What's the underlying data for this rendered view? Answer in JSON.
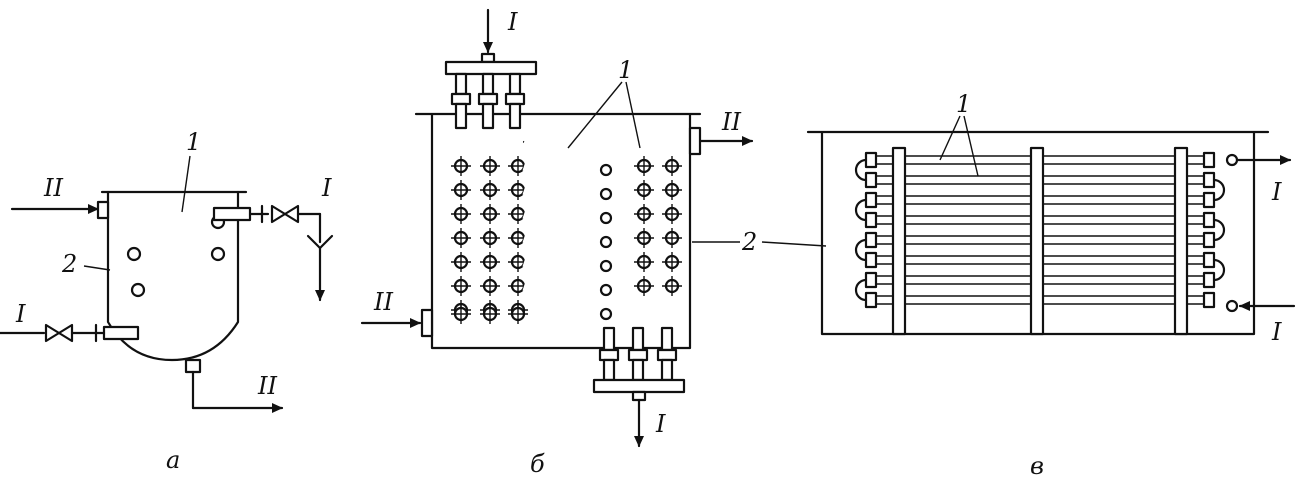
{
  "figures": [
    {
      "caption": "а",
      "labels": {
        "coil": "1",
        "vessel": "2",
        "in_top": "II",
        "out_top": "I",
        "in_bottom": "I",
        "out_bottom": "II"
      }
    },
    {
      "caption": "б",
      "labels": {
        "coil": "1",
        "vessel": "2",
        "in_top": "I",
        "out_right": "II",
        "in_left": "II",
        "out_bottom": "I"
      }
    },
    {
      "caption": "в",
      "labels": {
        "coil": "1",
        "vessel": "2",
        "out_right": "I",
        "in_right": "I"
      }
    }
  ],
  "colors": {
    "ink": "#111111",
    "paper": "#ffffff"
  }
}
